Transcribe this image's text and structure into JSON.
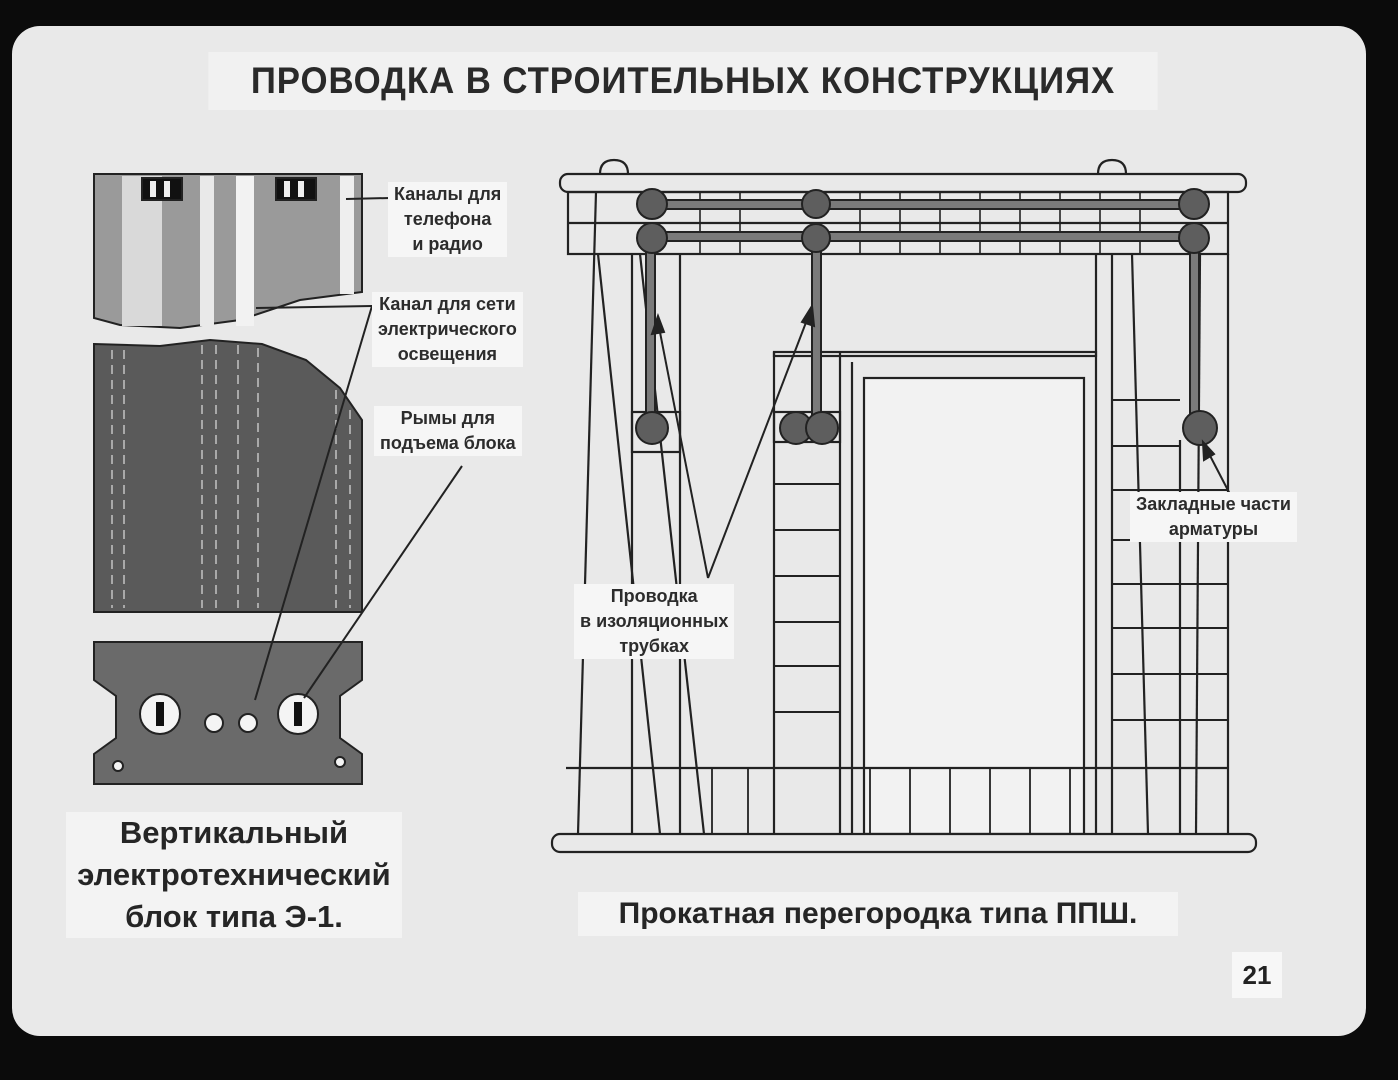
{
  "slide": {
    "title": "ПРОВОДКА В СТРОИТЕЛЬНЫХ КОНСТРУКЦИЯХ",
    "page_number": "21"
  },
  "left_diagram": {
    "labels": {
      "channels_phone_radio": [
        "Каналы для",
        "телефона",
        "и радио"
      ],
      "channel_lighting": [
        "Канал для сети",
        "электрического",
        "освещения"
      ],
      "lifting_eyes": [
        "Рымы для",
        "подъема блока"
      ]
    },
    "caption": [
      "Вертикальный",
      "электротехнический",
      "блок типа Э-1."
    ]
  },
  "right_diagram": {
    "labels": {
      "wiring_in_tubes": [
        "Проводка",
        "в изоляционных",
        "трубках"
      ],
      "embedded_parts": [
        "Закладные части",
        "арматуры"
      ]
    },
    "caption": "Прокатная перегородка типа ППШ."
  }
}
